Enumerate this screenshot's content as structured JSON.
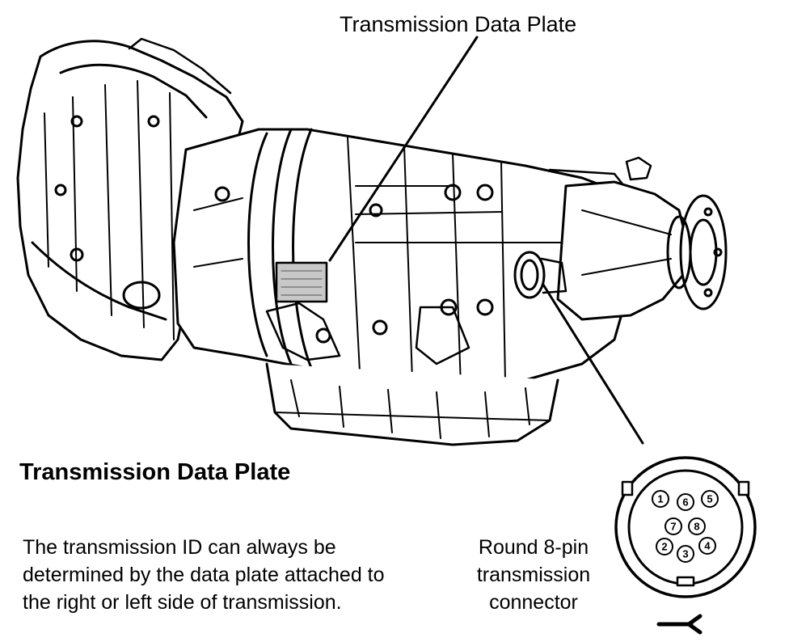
{
  "callouts": {
    "data_plate": "Transmission Data Plate"
  },
  "section": {
    "heading": "Transmission Data Plate",
    "description": "The transmission ID can always be determined by the data plate attached to the right or left side of transmission."
  },
  "connector": {
    "label": "Round 8-pin transmission connector",
    "pins": [
      "1",
      "2",
      "3",
      "4",
      "5",
      "6",
      "7",
      "8"
    ]
  }
}
